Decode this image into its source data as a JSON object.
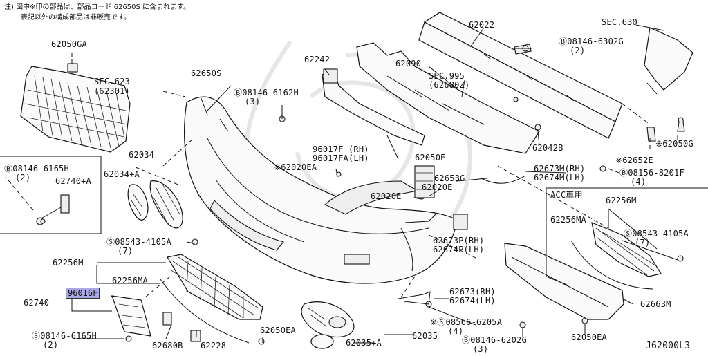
{
  "note": {
    "line1": "注) 図中※印の部品は、部品コード 62650S に含まれます。",
    "line2": "表記以外の構成部品は非販売です。"
  },
  "diagram_id": "J62000L3",
  "highlighted_part": "96016F",
  "labels": {
    "p62050GA": "62050GA",
    "sec623": "SEC.623",
    "sec623sub": "(62301)",
    "p62034": "62034",
    "p62034A": "62034+A",
    "b6165H": "Ⓑ08146-6165H",
    "b6165Hq": "(2)",
    "p62740A": "62740+A",
    "p62650S": "62650S",
    "p62242": "62242",
    "b6162H": "Ⓑ08146-6162H",
    "b6162Hq": "(3)",
    "p96017F": "96017F (RH)",
    "p96017FA": "96017FA(LH)",
    "p62020EA": "※62020EA",
    "p62090": "62090",
    "sec995": "SEC.995",
    "sec995sub": "(62680Z)",
    "p62022": "62022",
    "sec630": "SEC.630",
    "b6302G": "Ⓑ08146-6302G",
    "b6302Gq": "(2)",
    "p62042B": "62042B",
    "p62050G": "※62050G",
    "p62652E": "※62652E",
    "b8201F": "Ⓑ08156-8201F",
    "b8201Fq": "(4)",
    "p62673M": "62673M(RH)",
    "p62674M": "62674M(LH)",
    "p62050E": "62050E",
    "p62653G": "62653G",
    "p62020E1": "62020E",
    "p62020E2": "62020E",
    "acc": "ACC車用",
    "p62256Mr": "62256M",
    "p62256MAr": "62256MA",
    "s4105Ar": "Ⓢ08543-4105A",
    "s4105Arq": "(7)",
    "s4105A": "Ⓢ08543-4105A",
    "s4105Aq": "(7)",
    "p62673P": "62673P(RH)",
    "p62674P": "62674P(LH)",
    "p62256M": "62256M",
    "p62256MA": "62256MA",
    "p62740": "62740",
    "s6165H": "Ⓢ08146-6165H",
    "s6165Hq": "(2)",
    "p62680B": "62680B",
    "p62228": "62228",
    "p62050EA": "62050EA",
    "p62035A": "62035+A",
    "p62035": "62035",
    "p62673": "62673(RH)",
    "p62674": "62674(LH)",
    "s6205A": "※Ⓢ08566-6205A",
    "s6205Aq": "(4)",
    "b6202G": "Ⓑ08146-6202G",
    "b6202Gq": "(3)",
    "p62050EAr": "62050EA",
    "p62663M": "62663M"
  }
}
